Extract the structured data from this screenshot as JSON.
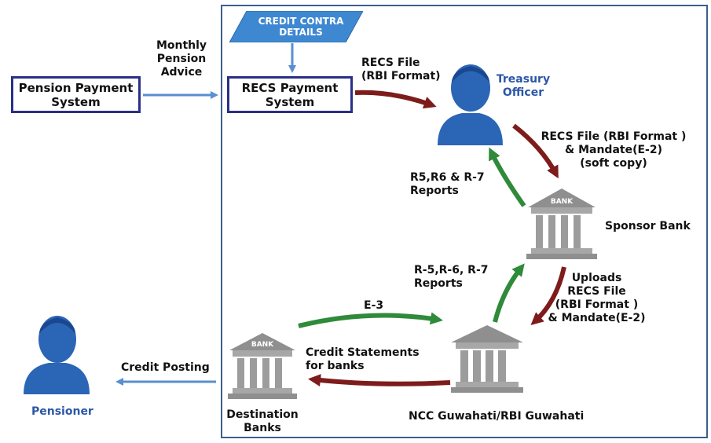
{
  "input": {
    "credit_contra": "CREDIT CONTRA\nDETAILS"
  },
  "nodes": {
    "pension_payment_system": "Pension Payment\nSystem",
    "recs_payment_system": "RECS Payment\nSystem",
    "treasury_officer": "Treasury\nOfficer",
    "sponsor_bank": "Sponsor Bank",
    "ncc": "NCC Guwahati/RBI Guwahati",
    "destination_banks": "Destination\nBanks",
    "pensioner": "Pensioner",
    "bank_sign": "BANK"
  },
  "edges": {
    "monthly_pension_advice": "Monthly\nPension\nAdvice",
    "recs_file": "RECS File\n(RBI Format)",
    "recs_file_mandate": "RECS File (RBI Format )\n& Mandate(E-2)\n(soft copy)",
    "r5_r6_r7_reports": "R5,R6 & R-7\nReports",
    "r5_r6_r7_reports_2": "R-5,R-6, R-7\nReports",
    "uploads": "Uploads\nRECS File\n(RBI Format )\n& Mandate(E-2)",
    "e3": "E-3",
    "credit_statements": "Credit Statements\nfor banks",
    "credit_posting": "Credit Posting"
  },
  "colors": {
    "frame": "#3e5f8e",
    "box_border": "#2a2f86",
    "blue_arrow": "#5a8fd0",
    "red_arrow": "#7e1b1b",
    "green_arrow": "#2f8a3a",
    "person": "#2b65b5",
    "bank": "#8f8f8f"
  }
}
